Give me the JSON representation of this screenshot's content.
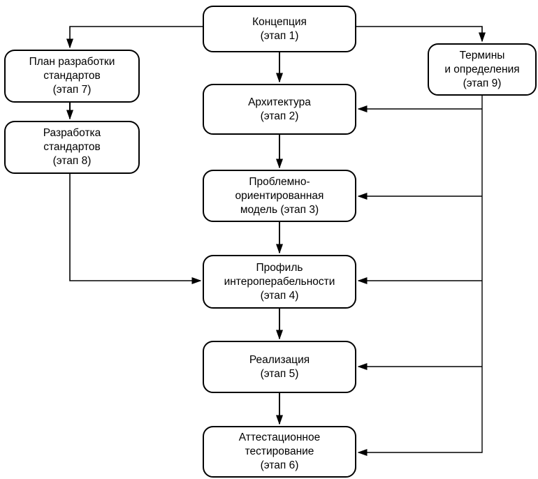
{
  "diagram": {
    "background_color": "#ffffff",
    "line_color": "#000000",
    "nodes": [
      {
        "id": "stage1",
        "label": "Концепция\n(этап 1)"
      },
      {
        "id": "stage7",
        "label": "План разработки\nстандартов\n(этап 7)"
      },
      {
        "id": "stage8",
        "label": "Разработка\nстандартов\n(этап 8)"
      },
      {
        "id": "stage9",
        "label": "Термины\nи определения\n(этап 9)"
      },
      {
        "id": "stage2",
        "label": "Архитектура\n(этап 2)"
      },
      {
        "id": "stage3",
        "label": "Проблемно-\nориентированная\nмодель (этап 3)"
      },
      {
        "id": "stage4",
        "label": "Профиль\nинтероперабельности\n(этап 4)"
      },
      {
        "id": "stage5",
        "label": "Реализация\n(этап 5)"
      },
      {
        "id": "stage6",
        "label": "Аттестационное\nтестирование\n(этап 6)"
      }
    ],
    "edges": [
      {
        "from": "stage1",
        "to": "stage2"
      },
      {
        "from": "stage1",
        "to": "stage7"
      },
      {
        "from": "stage1",
        "to": "stage9"
      },
      {
        "from": "stage7",
        "to": "stage8"
      },
      {
        "from": "stage8",
        "to": "stage4"
      },
      {
        "from": "stage2",
        "to": "stage3"
      },
      {
        "from": "stage3",
        "to": "stage4"
      },
      {
        "from": "stage4",
        "to": "stage5"
      },
      {
        "from": "stage5",
        "to": "stage6"
      },
      {
        "from": "stage9",
        "to": "stage2"
      },
      {
        "from": "stage9",
        "to": "stage3"
      },
      {
        "from": "stage9",
        "to": "stage4"
      },
      {
        "from": "stage9",
        "to": "stage5"
      },
      {
        "from": "stage9",
        "to": "stage6"
      }
    ]
  }
}
